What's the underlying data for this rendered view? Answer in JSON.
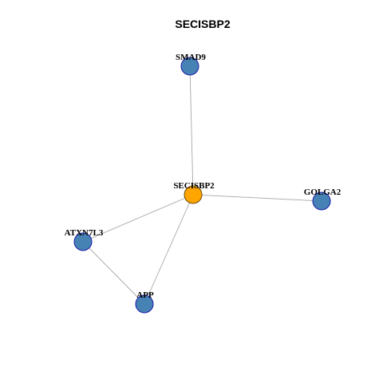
{
  "title": "SECISBP2",
  "colors": {
    "hub": "#ffa500",
    "node": "#4682b4",
    "edge": "#a8a8a8"
  },
  "nodes": [
    {
      "id": "SECISBP2",
      "label": "SECISBP2",
      "hub": true
    },
    {
      "id": "SMAD9",
      "label": "SMAD9",
      "hub": false
    },
    {
      "id": "GOLGA2",
      "label": "GOLGA2",
      "hub": false
    },
    {
      "id": "ATXN7L3",
      "label": "ATXN7L3",
      "hub": false
    },
    {
      "id": "APP",
      "label": "APP",
      "hub": false
    }
  ],
  "edges": [
    {
      "source": "SECISBP2",
      "target": "SMAD9"
    },
    {
      "source": "SECISBP2",
      "target": "GOLGA2"
    },
    {
      "source": "SECISBP2",
      "target": "ATXN7L3"
    },
    {
      "source": "SECISBP2",
      "target": "APP"
    },
    {
      "source": "ATXN7L3",
      "target": "APP"
    }
  ]
}
